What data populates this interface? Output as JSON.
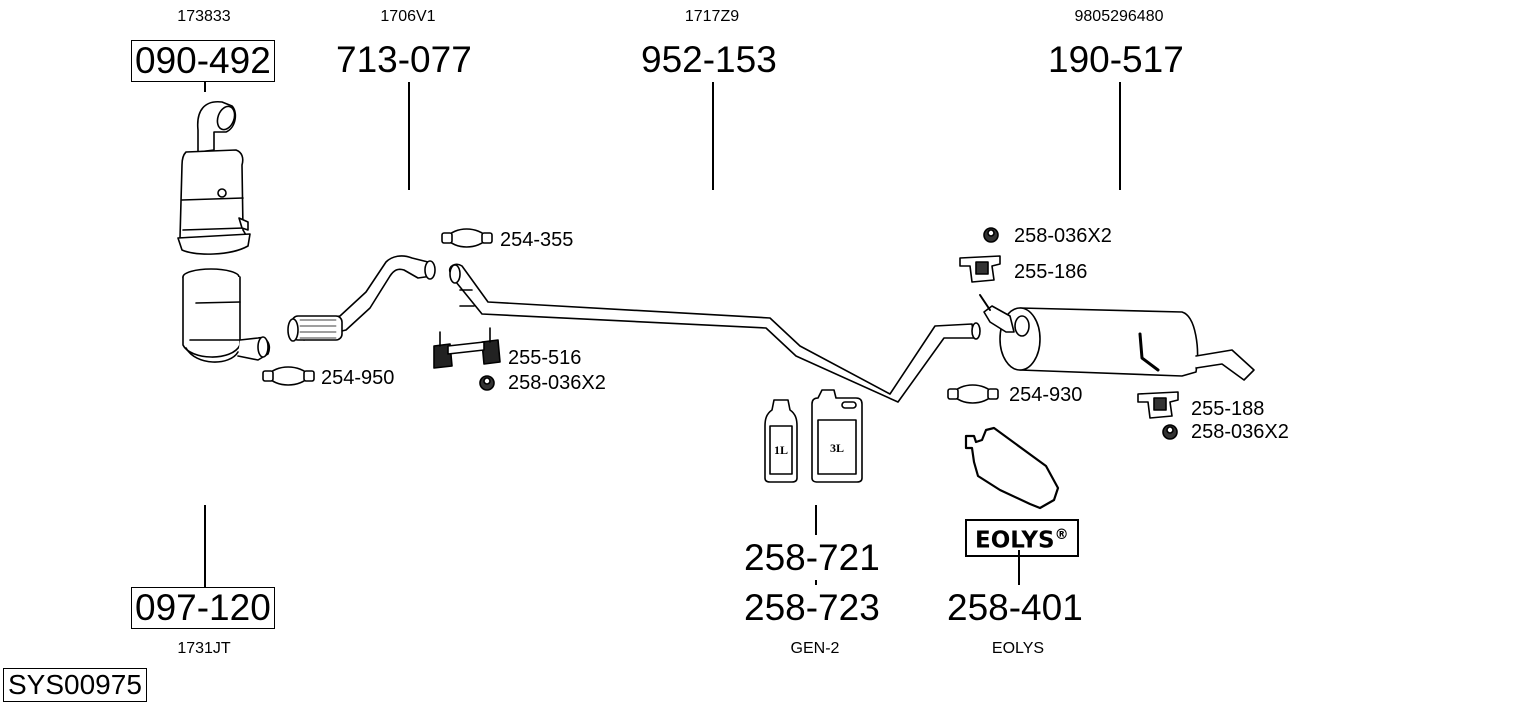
{
  "system_id": "SYS00975",
  "main_parts": [
    {
      "id": "dpf-upper",
      "oem": "173833",
      "part_number": "090-492",
      "boxed": true
    },
    {
      "id": "front-pipe",
      "oem": "1706V1",
      "part_number": "713-077",
      "boxed": false
    },
    {
      "id": "middle-pipe",
      "oem": "1717Z9",
      "part_number": "952-153",
      "boxed": false
    },
    {
      "id": "rear-silencer",
      "oem": "9805296480",
      "part_number": "190-517",
      "boxed": false
    },
    {
      "id": "catalyst-lower",
      "oem": "1731JT",
      "part_number": "097-120",
      "boxed": true
    }
  ],
  "fluids": {
    "part_number_1": "258-721",
    "part_number_2": "258-723",
    "caption": "GEN-2",
    "bottle_small_label": "1L",
    "bottle_large_label": "3L"
  },
  "additive_tank": {
    "brand_badge": "EOLYS",
    "registered_mark": "®",
    "part_number": "258-401",
    "caption": "EOLYS"
  },
  "accessories": [
    {
      "id": "clamp-254-950",
      "label": "254-950",
      "icon": "clamp-icon"
    },
    {
      "id": "clamp-254-355",
      "label": "254-355",
      "icon": "clamp-icon"
    },
    {
      "id": "mount-255-516",
      "label": "255-516",
      "icon": "rubber-mount-icon"
    },
    {
      "id": "nut-258-036-a",
      "label": "258-036X2",
      "icon": "nut-icon"
    },
    {
      "id": "nut-258-036-b",
      "label": "258-036X2",
      "icon": "nut-icon"
    },
    {
      "id": "hanger-255-186",
      "label": "255-186",
      "icon": "hanger-bracket-icon"
    },
    {
      "id": "clamp-254-930",
      "label": "254-930",
      "icon": "clamp-icon"
    },
    {
      "id": "hanger-255-188",
      "label": "255-188",
      "icon": "hanger-bracket-icon"
    },
    {
      "id": "nut-258-036-c",
      "label": "258-036X2",
      "icon": "nut-icon"
    }
  ]
}
